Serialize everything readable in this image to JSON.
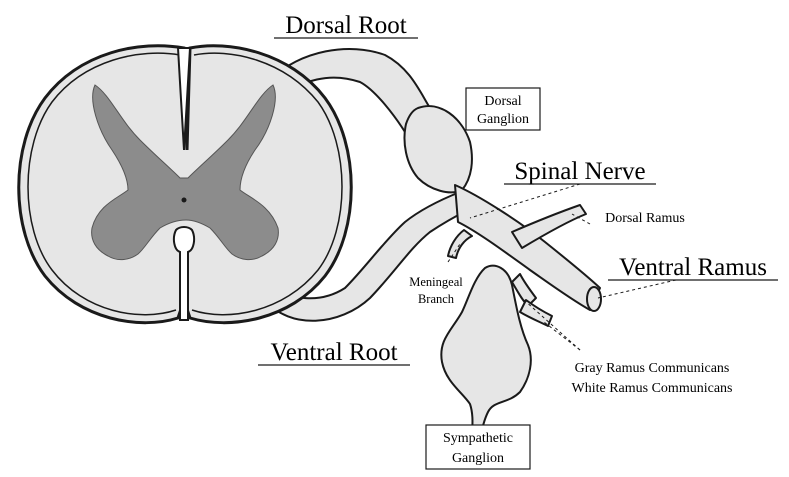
{
  "labels": {
    "dorsal_root": "Dorsal Root",
    "spinal_nerve": "Spinal Nerve",
    "ventral_ramus": "Ventral Ramus",
    "ventral_root": "Ventral Root",
    "dorsal_ramus": "Dorsal Ramus",
    "meningeal_branch_line1": "Meningeal",
    "meningeal_branch_line2": "Branch",
    "gray_ramus": "Gray Ramus Communicans",
    "white_ramus": "White Ramus Communicans",
    "dorsal_ganglion_line1": "Dorsal",
    "dorsal_ganglion_line2": "Ganglion",
    "sympathetic_ganglion_line1": "Sympathetic",
    "sympathetic_ganglion_line2": "Ganglion"
  },
  "colors": {
    "white_matter": "#e6e6e6",
    "gray_matter": "#8c8c8c",
    "outline": "#1a1a1a"
  }
}
